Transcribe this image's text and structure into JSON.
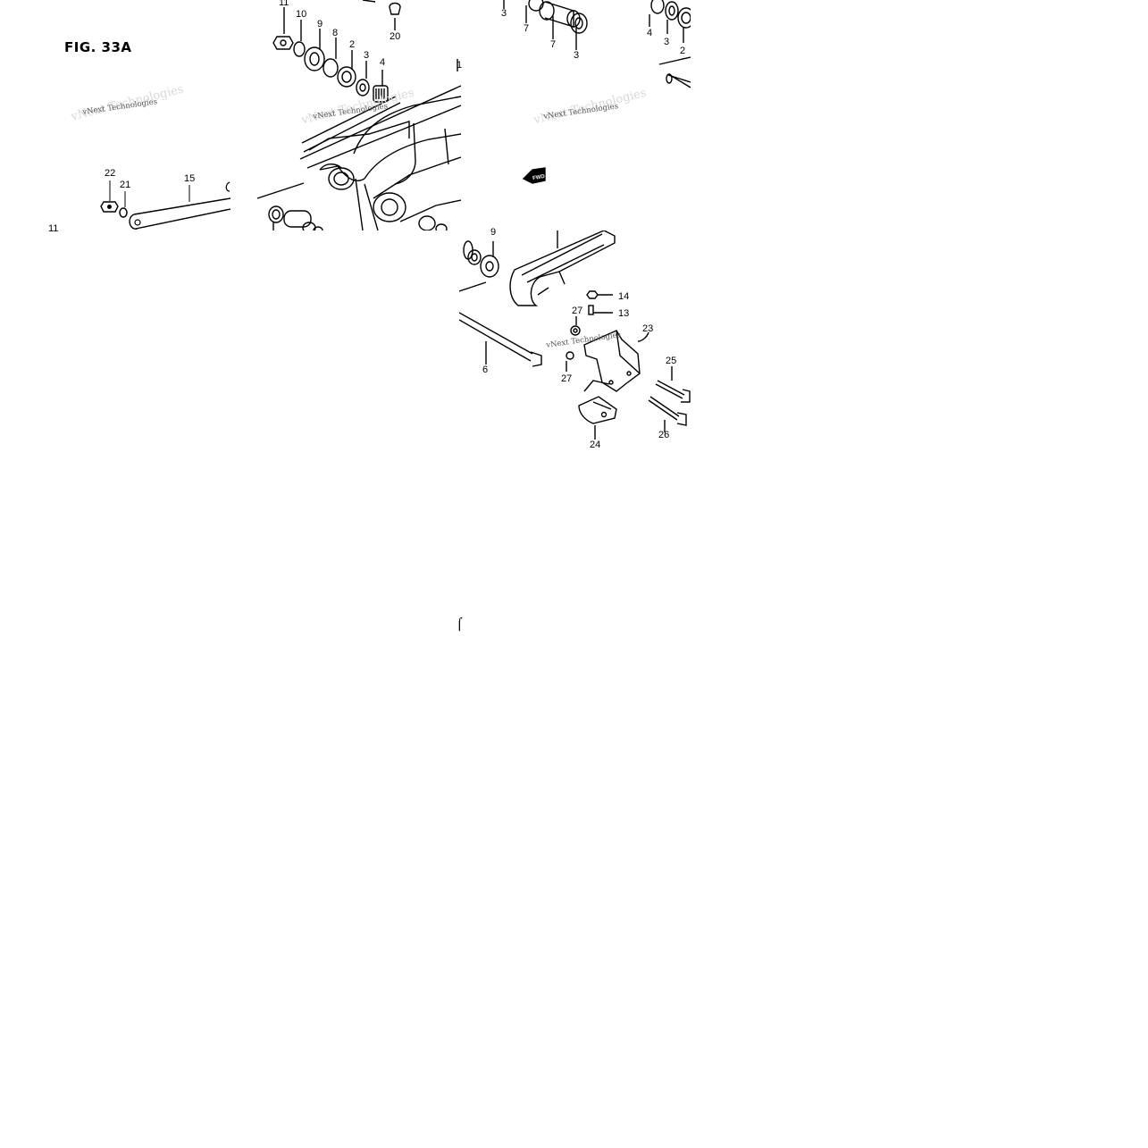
{
  "figure": {
    "title": "FIG. 33A",
    "watermark": "vNext Technologies",
    "fwd_label": "FWD",
    "stray_glyph": "⌠"
  },
  "callouts": {
    "c11_top": "11",
    "c10": "10",
    "c9_top": "9",
    "c8": "8",
    "c2_top": "2",
    "c3_top": "3",
    "c4_top": "4",
    "c20": "20",
    "c1": "1",
    "c22": "22",
    "c21": "21",
    "c15": "15",
    "c11_left": "11",
    "c3_mid_a": "3",
    "c7_a": "7",
    "c7_b": "7",
    "c3_mid_b": "3",
    "c4_right": "4",
    "c3_right": "3",
    "c2_right": "2",
    "c9_low": "9",
    "c14": "14",
    "c13": "13",
    "c27_a": "27",
    "c23": "23",
    "c6": "6",
    "c27_b": "27",
    "c25": "25",
    "c24": "24",
    "c26": "26"
  },
  "colors": {
    "line": "#000000",
    "background": "#ffffff"
  }
}
